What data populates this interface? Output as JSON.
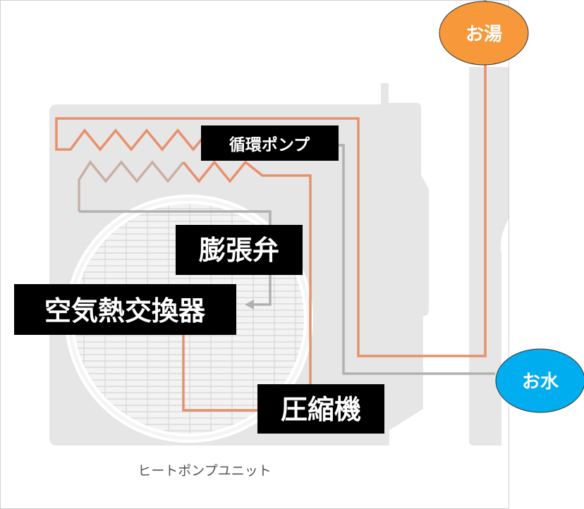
{
  "labels": {
    "pump": "循環ポンプ",
    "expansion_valve": "膨張弁",
    "air_heat_exchanger": "空気熱交換器",
    "compressor": "圧縮機",
    "hot_water": "お湯",
    "cold_water": "お水",
    "caption": "ヒートポンプユニット"
  },
  "colors": {
    "pipe_hot": "#e8906a",
    "pipe_cold": "#b0b0b0",
    "hot_badge": "#f7983a",
    "cold_badge": "#00aeef",
    "unit_body": "#e6e6e6"
  }
}
